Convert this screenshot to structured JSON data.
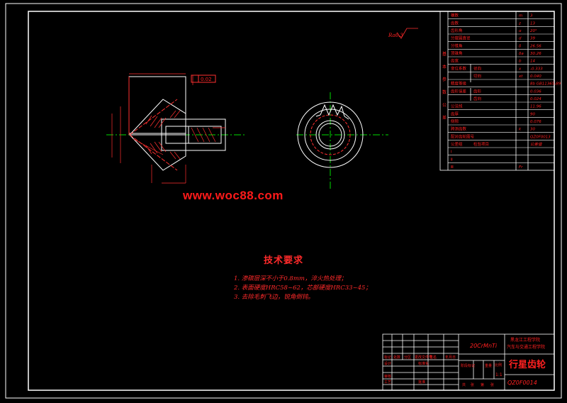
{
  "watermark": "www.woc88.com",
  "roughness_mark": "Ra6.3",
  "tolerance_box": "0.02",
  "tech_requirements": {
    "title": "技术要求",
    "items": [
      "1. 渗碳层深不小于0.8mm，淬火热处理；",
      "2. 表面硬度HRC58~62，芯部硬度HRC33~45；",
      "3. 去除毛刺飞边，锐角倒钝。"
    ]
  },
  "param_table": {
    "side_labels": [
      "基",
      "本",
      "参",
      "数",
      "公",
      "差"
    ],
    "rows": [
      {
        "name": "模数",
        "sym": "m",
        "val": "3"
      },
      {
        "name": "齿数",
        "sym": "z",
        "val": "13"
      },
      {
        "name": "齿形角",
        "sym": "α",
        "val": "20°"
      },
      {
        "name": "分度圆直径",
        "sym": "d",
        "val": "39"
      },
      {
        "name": "分锥角",
        "sym": "δ",
        "val": "26.56"
      },
      {
        "name": "顶锥角",
        "sym": "δa",
        "val": "30.26"
      },
      {
        "name": "齿宽",
        "sym": "b",
        "val": "14"
      },
      {
        "name": "变位系数",
        "sub": "径向",
        "sym": "x",
        "val": "-0.333"
      },
      {
        "name": "",
        "sub": "切向",
        "sym": "xt",
        "val": "0.040"
      },
      {
        "name": "精度等级",
        "sym": "",
        "val": "8b GB11365-89"
      },
      {
        "name": "齿形误差",
        "sub": "齿形",
        "sym": "",
        "val": "0.036"
      },
      {
        "name": "",
        "sub": "齿向",
        "sym": "",
        "val": "0.024"
      },
      {
        "name": "公法线",
        "sym": "",
        "val": "11.96"
      },
      {
        "name": "齿厚",
        "sym": "",
        "val": "90"
      },
      {
        "name": "侧隙",
        "sym": "",
        "val": "0.076"
      },
      {
        "name": "跨测齿数",
        "sym": "k",
        "val": "30"
      },
      {
        "name": "配对齿轮图号",
        "sym": "",
        "val": "QZ0F0013"
      }
    ],
    "bottom": {
      "label": "公差组",
      "c2": "检验项目",
      "c3": "公差值"
    },
    "tail_rows": [
      {
        "name": "Ⅰ",
        "sym": "",
        "val": ""
      },
      {
        "name": "Ⅱ",
        "sym": "",
        "val": ""
      },
      {
        "name": "Ⅲ",
        "sym": "Fr",
        "val": ""
      }
    ]
  },
  "title_block": {
    "material": "20CrMnTi",
    "school": "黑龙江工程学院",
    "department": "汽车与交通工程学院",
    "part_name": "行星齿轮",
    "drawing_no": "QZ0F0014",
    "scale_label": "比例",
    "scale": "1:1",
    "labels": [
      "标记",
      "处数",
      "分区",
      "更改文件号",
      "签名",
      "年月日",
      "设计",
      "标准化",
      "审核",
      "工艺",
      "批准",
      "阶段标记",
      "重量",
      "共",
      "张",
      "第",
      "张"
    ]
  }
}
